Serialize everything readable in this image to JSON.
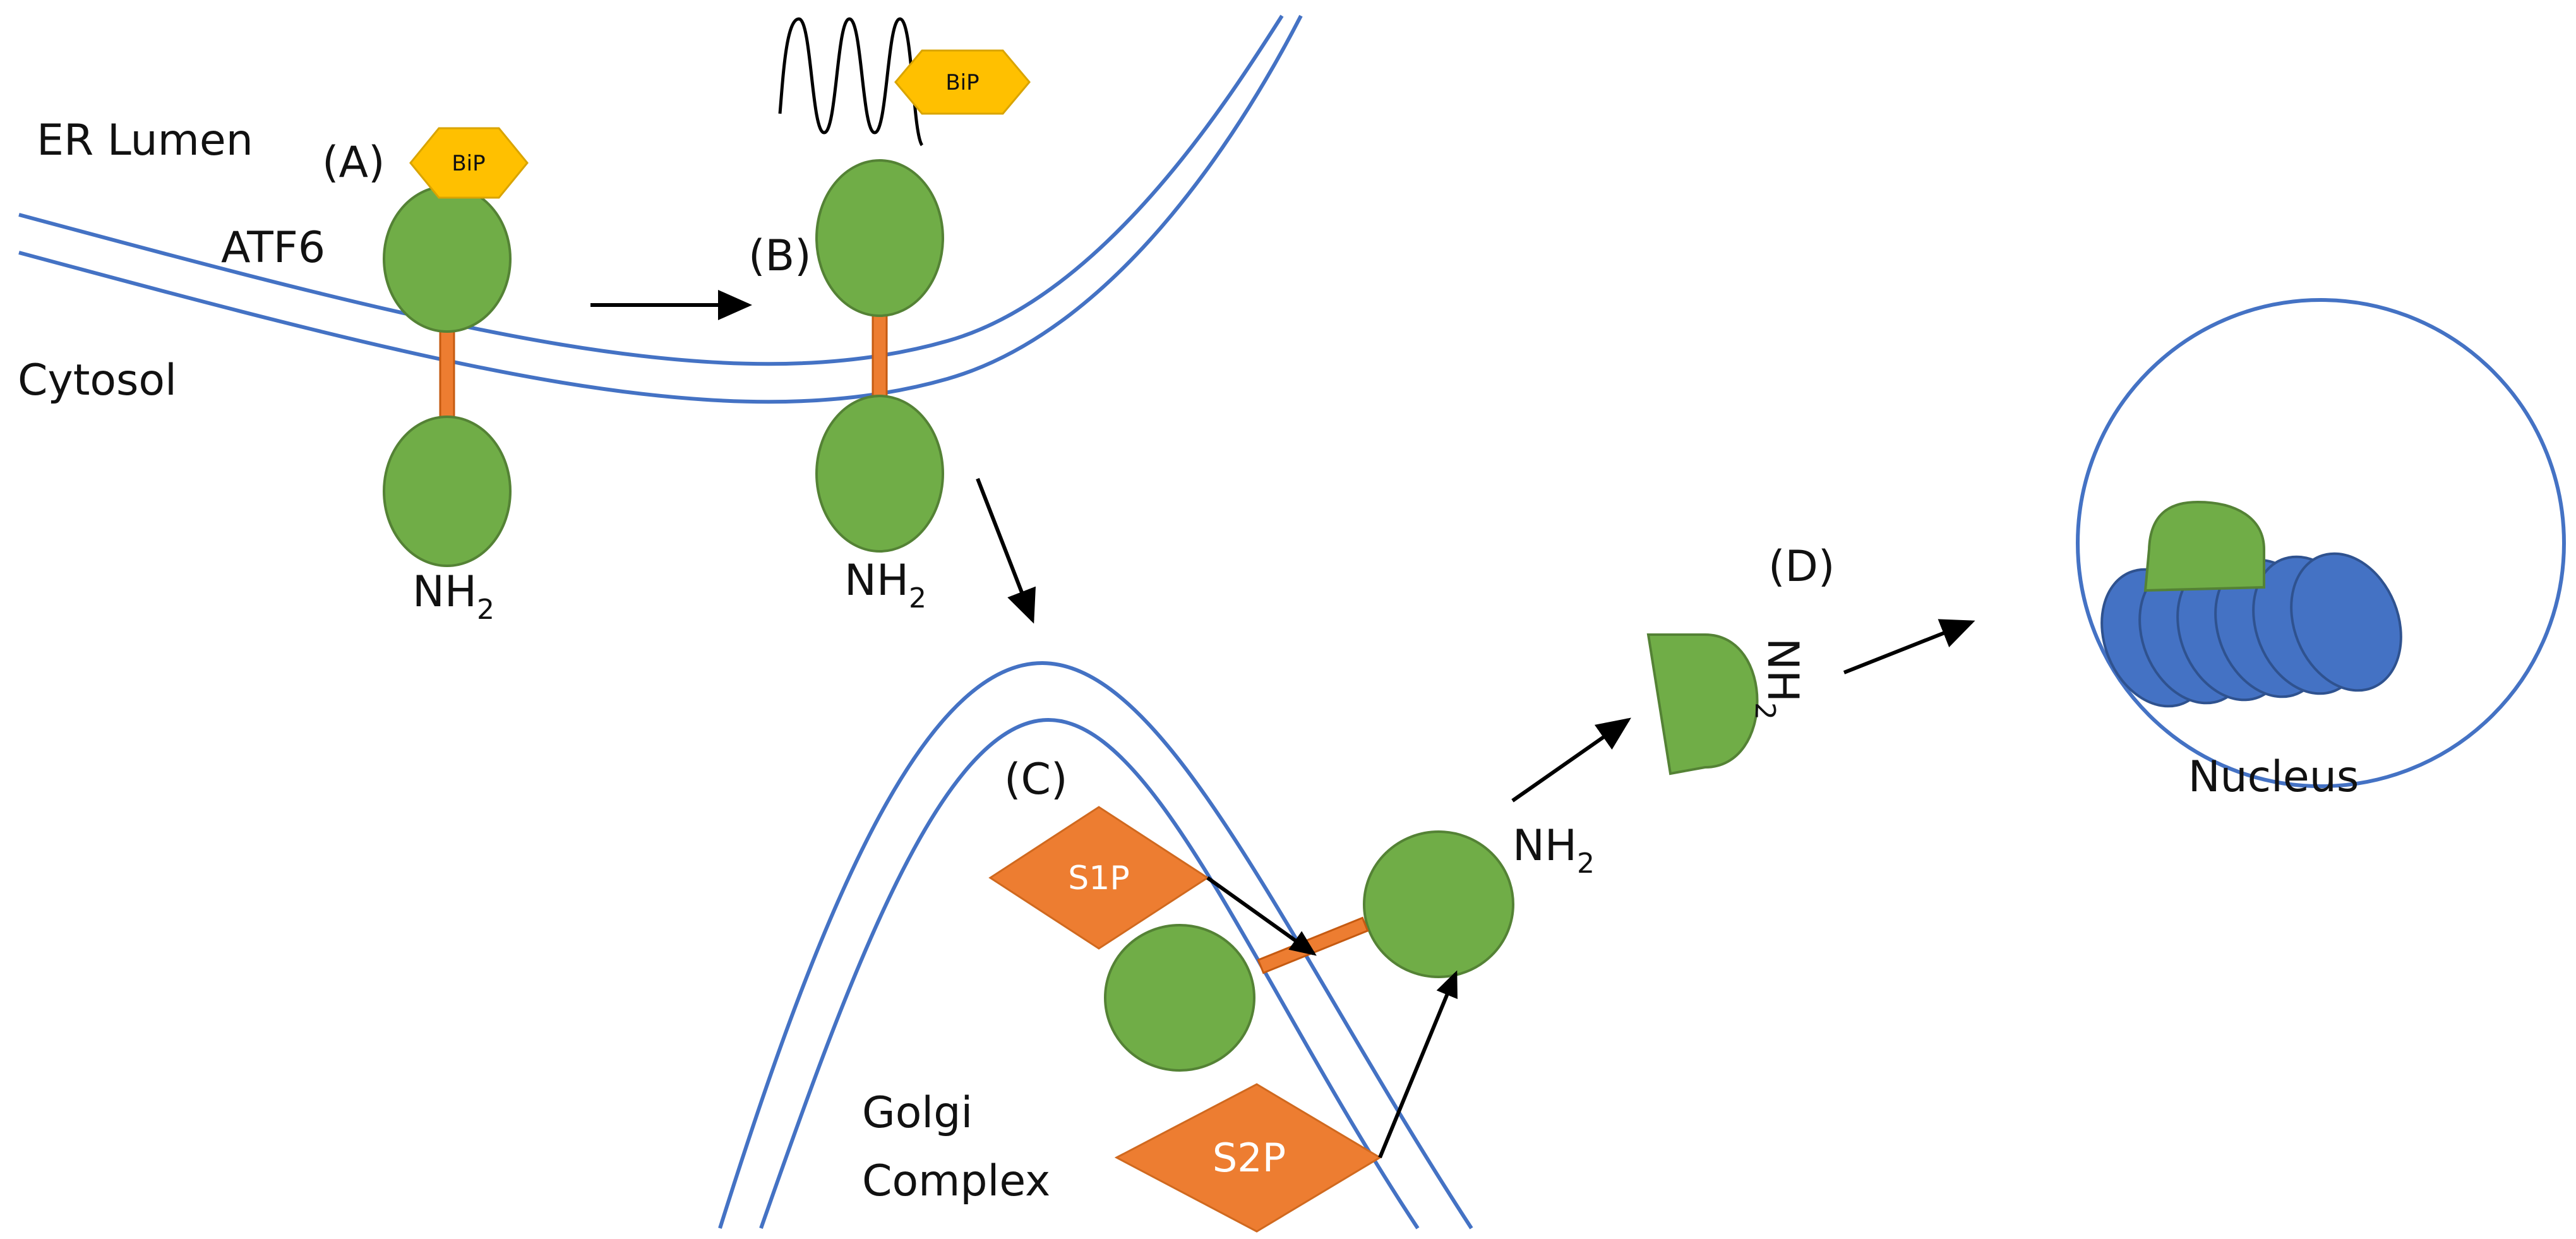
{
  "regions": {
    "er_lumen": "ER Lumen",
    "cytosol": "Cytosol",
    "golgi_line1": "Golgi",
    "golgi_line2": "Complex",
    "nucleus": "Nucleus"
  },
  "steps": {
    "a": "(A)",
    "b": "(B)",
    "c": "(C)",
    "d": "(D)"
  },
  "proteins": {
    "atf6": "ATF6",
    "bip": "BiP",
    "s1p": "S1P",
    "s2p": "S2P",
    "nh": "NH",
    "nh_subscript": "2"
  },
  "colors": {
    "membrane": "#4472c4",
    "atf6_domain": "#70ad47",
    "linker": "#ed7d31",
    "bip": "#ffc000",
    "protease": "#ed7d31",
    "histone": "#4472c4"
  }
}
